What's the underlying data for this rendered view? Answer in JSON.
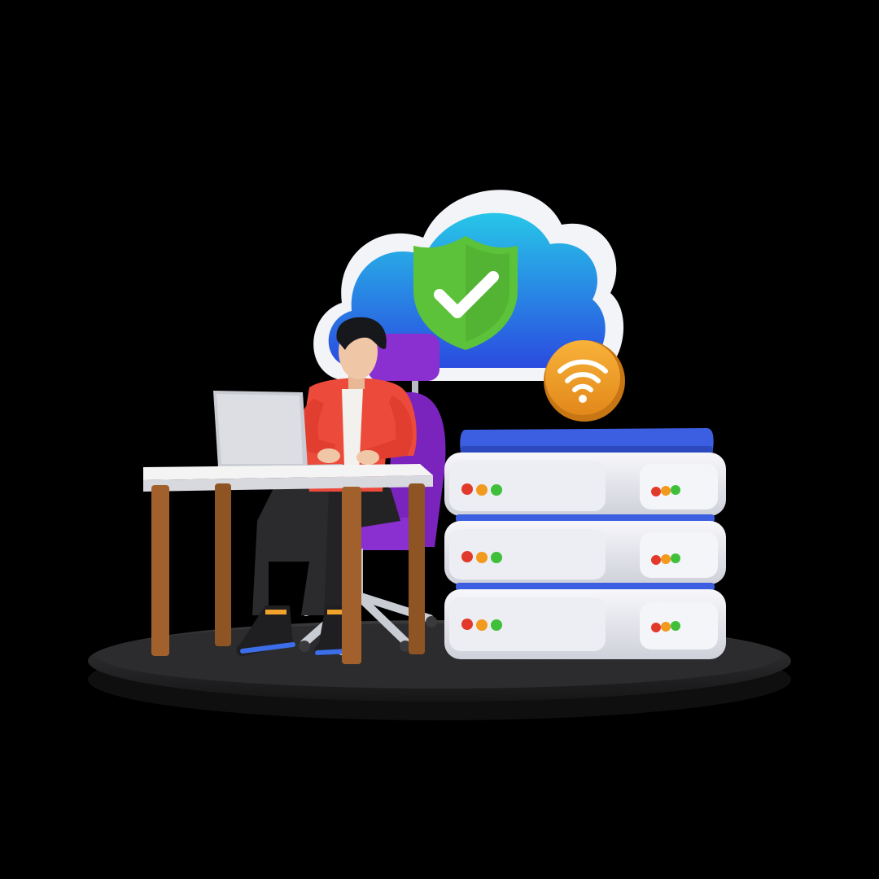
{
  "scene": {
    "background": "#000000",
    "elements": [
      "platform",
      "cloud",
      "security-shield-icon",
      "checkmark-icon",
      "wifi-badge-icon",
      "person",
      "laptop",
      "desk",
      "office-chair",
      "server-stack",
      "server-unit",
      "status-led"
    ]
  },
  "colors": {
    "platform": "#2c2c2e",
    "cloud_rim": "#f2f4f8",
    "cloud_inner_top": "#27c6e8",
    "cloud_inner_bottom": "#2a4be0",
    "shield": "#5cc23a",
    "wifi_badge": "#f2a22a",
    "desk_top": "#f4f4f4",
    "desk_legs": "#a2612c",
    "chair": "#8a2fd0",
    "shirt": "#ec4a3a",
    "pants": "#2b2b2d",
    "server_body": "#e8e9ef",
    "server_lid": "#3b5fe0",
    "led_red": "#e23a2a",
    "led_orange": "#f29a1e",
    "led_green": "#3fbf3a"
  }
}
